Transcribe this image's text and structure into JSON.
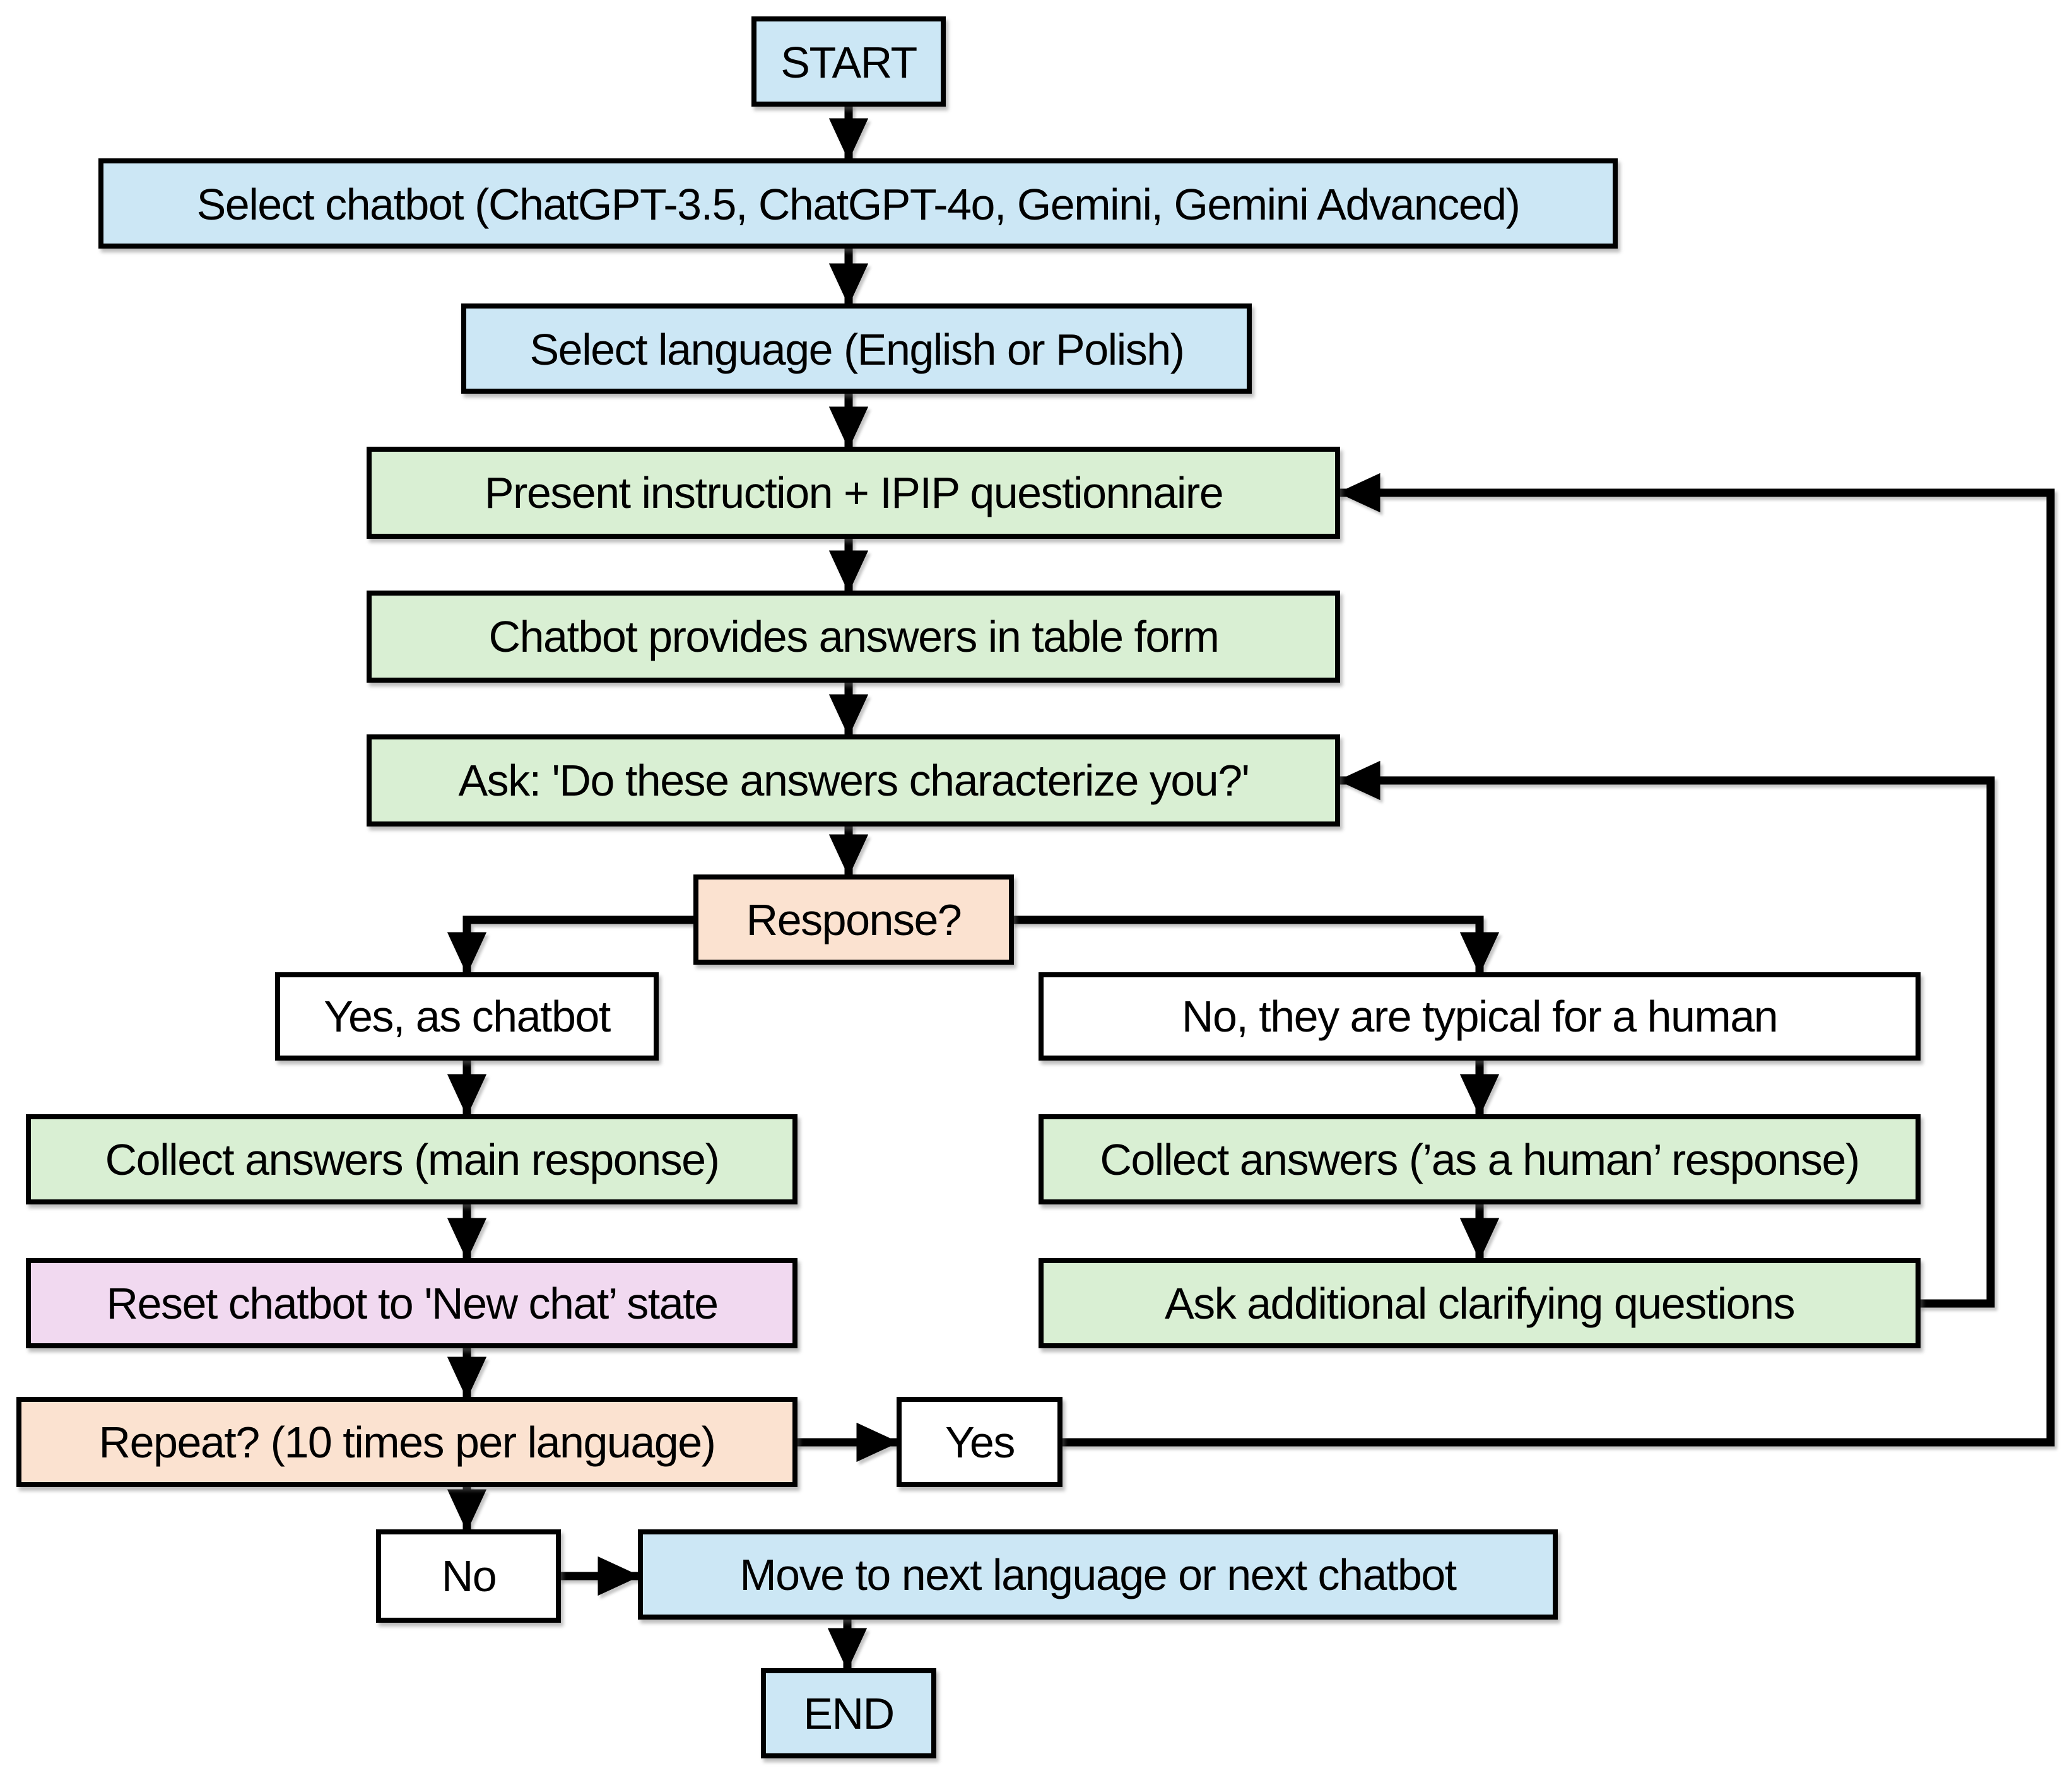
{
  "diagram_type": "flowchart",
  "colors": {
    "background": "#ffffff",
    "blue": "#cce7f5",
    "green": "#d9efd3",
    "peach": "#fbe2d0",
    "pink": "#f1d9f0",
    "white": "#ffffff",
    "line": "#000000",
    "text": "#000000"
  },
  "nodes": {
    "start": {
      "label": "START",
      "color": "blue",
      "role": "terminator"
    },
    "select_chatbot": {
      "label": "Select chatbot (ChatGPT-3.5, ChatGPT-4o, Gemini, Gemini Advanced)",
      "color": "blue",
      "role": "setup-step"
    },
    "select_language": {
      "label": "Select language (English or Polish)",
      "color": "blue",
      "role": "setup-step"
    },
    "present_questionnaire": {
      "label": "Present instruction + IPIP questionnaire",
      "color": "green",
      "role": "process"
    },
    "chatbot_answers": {
      "label": "Chatbot provides answers in table form",
      "color": "green",
      "role": "process"
    },
    "ask_characterize": {
      "label": "Ask: 'Do these answers characterize you?'",
      "color": "green",
      "role": "process"
    },
    "response": {
      "label": "Response?",
      "color": "peach",
      "role": "decision"
    },
    "yes_as_chatbot": {
      "label": "Yes, as chatbot",
      "color": "white",
      "role": "branch-label"
    },
    "no_typical_human": {
      "label": "No, they are typical for a human",
      "color": "white",
      "role": "branch-label"
    },
    "collect_main": {
      "label": "Collect answers (main response)",
      "color": "green",
      "role": "process"
    },
    "collect_human": {
      "label": "Collect answers (’as a human’ response)",
      "color": "green",
      "role": "process"
    },
    "reset_chatbot": {
      "label": "Reset chatbot to 'New chat’ state",
      "color": "pink",
      "role": "process"
    },
    "ask_clarifying": {
      "label": "Ask additional clarifying questions",
      "color": "green",
      "role": "process"
    },
    "repeat_question": {
      "label": "Repeat? (10 times per language)",
      "color": "peach",
      "role": "decision"
    },
    "yes": {
      "label": "Yes",
      "color": "white",
      "role": "branch-label"
    },
    "no": {
      "label": "No",
      "color": "white",
      "role": "branch-label"
    },
    "move_next": {
      "label": "Move to next language or next chatbot",
      "color": "blue",
      "role": "process"
    },
    "end": {
      "label": "END",
      "color": "blue",
      "role": "terminator"
    }
  },
  "edges": [
    {
      "from": "start",
      "to": "select_chatbot"
    },
    {
      "from": "select_chatbot",
      "to": "select_language"
    },
    {
      "from": "select_language",
      "to": "present_questionnaire"
    },
    {
      "from": "present_questionnaire",
      "to": "chatbot_answers"
    },
    {
      "from": "chatbot_answers",
      "to": "ask_characterize"
    },
    {
      "from": "ask_characterize",
      "to": "response"
    },
    {
      "from": "response",
      "to": "yes_as_chatbot"
    },
    {
      "from": "response",
      "to": "no_typical_human"
    },
    {
      "from": "yes_as_chatbot",
      "to": "collect_main"
    },
    {
      "from": "no_typical_human",
      "to": "collect_human"
    },
    {
      "from": "collect_main",
      "to": "reset_chatbot"
    },
    {
      "from": "collect_human",
      "to": "ask_clarifying"
    },
    {
      "from": "ask_clarifying",
      "to": "ask_characterize",
      "note": "loop-back"
    },
    {
      "from": "reset_chatbot",
      "to": "repeat_question"
    },
    {
      "from": "repeat_question",
      "to": "yes"
    },
    {
      "from": "repeat_question",
      "to": "no"
    },
    {
      "from": "yes",
      "to": "present_questionnaire",
      "note": "loop-back"
    },
    {
      "from": "no",
      "to": "move_next"
    },
    {
      "from": "move_next",
      "to": "end"
    }
  ]
}
